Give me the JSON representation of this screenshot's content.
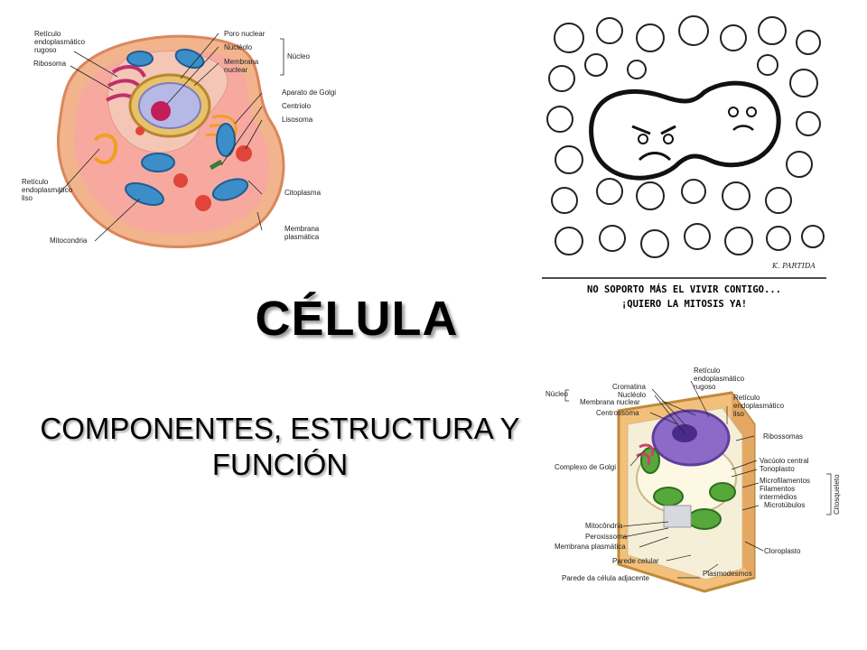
{
  "slide": {
    "title": "CÉLULA",
    "subtitle_line1": "COMPONENTES, ESTRUCTURA Y",
    "subtitle_line2": "FUNCIÓN"
  },
  "animal_cell": {
    "labels": {
      "rer": "Retículo\nendoplasmático\nrugoso",
      "ribosoma": "Ribosoma",
      "poro": "Poro nuclear",
      "nucleolo": "Nucléolo",
      "membrana_nuclear": "Membrana\nnuclear",
      "nucleo": "Núcleo",
      "golgi": "Aparato de Golgi",
      "centriolo": "Centriolo",
      "lisosoma": "Lisosoma",
      "rel": "Retículo\nendoplasmático\nliso",
      "citoplasma": "Citoplasma",
      "mitocondria": "Mitocondria",
      "membrana_plasmatica": "Membrana\nplasmática"
    }
  },
  "cartoon": {
    "caption_line1": "NO SOPORTO MÁS EL VIVIR CONTIGO...",
    "caption_line2": "¡QUIERO LA MITOSIS YA!",
    "signature": "K. PARTIDA"
  },
  "plant_cell": {
    "labels": {
      "cromatina": "Cromatina",
      "nucleolo": "Nucléolo",
      "membrana_nuclear": "Membrana nuclear",
      "nucleo": "Núcleo",
      "rer": "Retículo\nendoplasmático\nrugoso",
      "rel": "Retículo\nendoplasmático\nliso",
      "centrossoma": "Centrossoma",
      "ribossomas": "Ribossomas",
      "golgi": "Complexo de Golgi",
      "vacuolo": "Vacúolo central",
      "tonoplasto": "Tonoplasto",
      "microfilamentos": "Microfilamentos",
      "filamentos": "Filamentos\nintermédios",
      "microtubulos": "Microtúbulos",
      "citoesqueleto": "Citosqueleto",
      "mitocondria": "Mitocôndria",
      "peroxissoma": "Peroxissoma",
      "membrana_plasmatica": "Membrana plasmática",
      "parede_celular": "Parede celular",
      "cloroplasto": "Cloroplasto",
      "plasmodesmos": "Plasmodesmos",
      "parede_adjacente": "Parede da célula adjacente"
    }
  }
}
